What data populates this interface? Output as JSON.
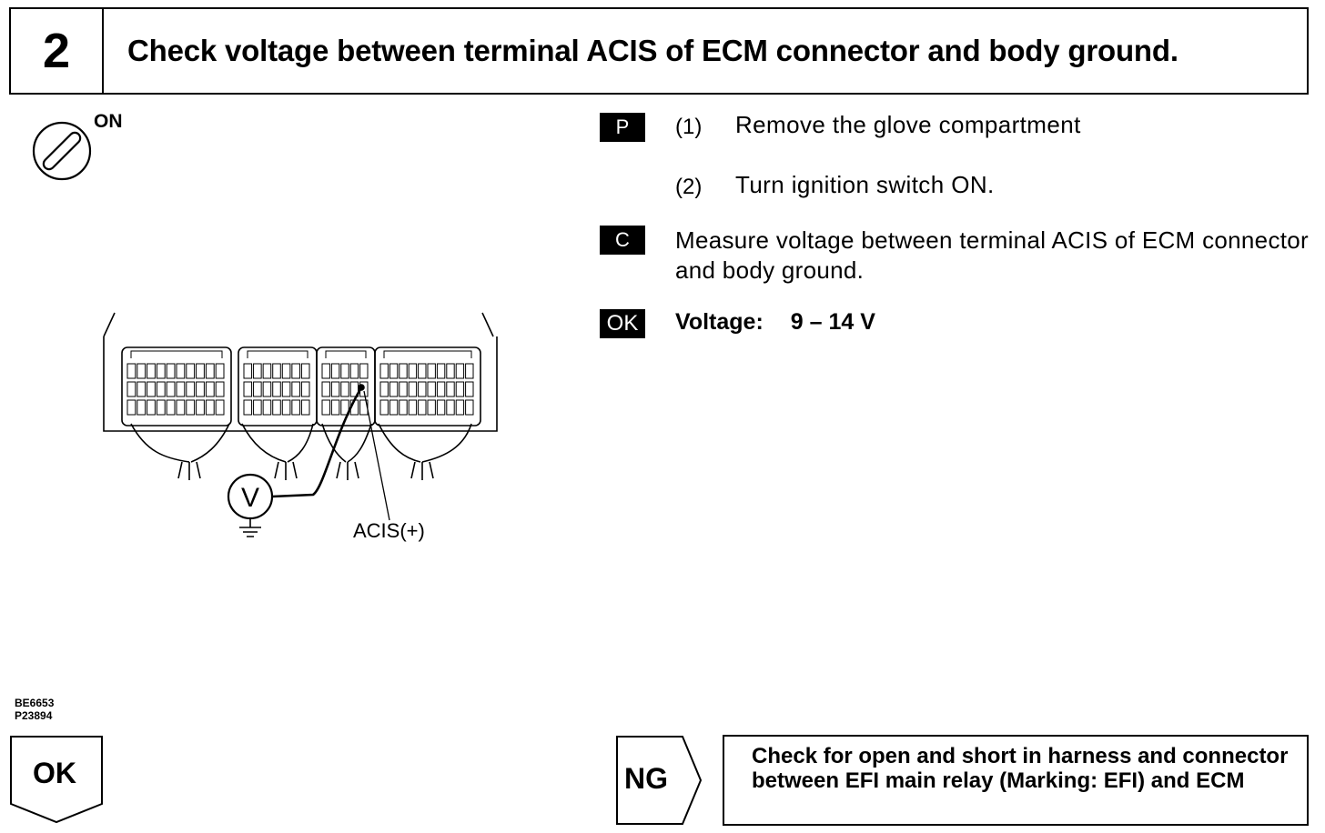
{
  "header": {
    "step_number": "2",
    "title": "Check voltage between terminal ACIS of ECM connector and body ground."
  },
  "illustration": {
    "switch_label": "ON",
    "terminal_label": "ACIS(+)",
    "meter_symbol": "V",
    "figure_codes": [
      "BE6653",
      "P23894"
    ]
  },
  "steps": {
    "prep_badge": "P",
    "prep_items": [
      {
        "num": "(1)",
        "text": "Remove the glove compartment"
      },
      {
        "num": "(2)",
        "text": "Turn ignition switch ON."
      }
    ],
    "check_badge": "C",
    "check_text": "Measure voltage between terminal ACIS of ECM connector and body ground.",
    "ok_badge": "OK",
    "spec_label": "Voltage:",
    "spec_value": "9 – 14 V"
  },
  "results": {
    "ok_label": "OK",
    "ng_label": "NG",
    "ng_text": "Check for open and short in harness and connector between EFI main relay (Marking: EFI) and ECM"
  }
}
